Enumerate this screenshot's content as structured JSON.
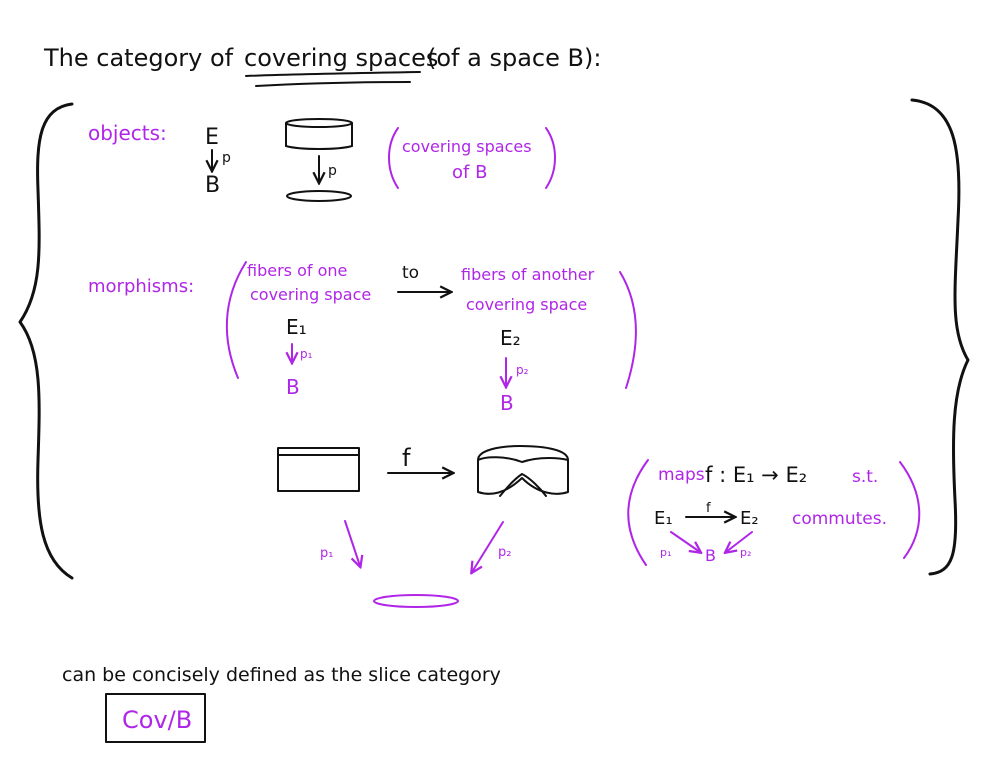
{
  "title": {
    "prefix": "The category of",
    "underlined": "covering spaces",
    "suffix": "(of a space B):"
  },
  "objects": {
    "label": "objects:",
    "E": "E",
    "p": "p",
    "B": "B",
    "note_line1": "covering spaces",
    "note_line2": "of B",
    "arrow_label": "p"
  },
  "morphisms": {
    "label": "morphisms:",
    "left_line1": "fibers of one",
    "left_line2": "covering space",
    "to": "to",
    "right_line1": "fibers of another",
    "right_line2": "covering space",
    "E1": "E₁",
    "p1": "p₁",
    "B1": "B",
    "E2": "E₂",
    "p2": "p₂",
    "B2": "B",
    "f": "f",
    "diag_p1": "p₁",
    "diag_p2": "p₂",
    "maps_prefix": "maps",
    "maps_expr": "f : E₁ → E₂",
    "maps_st": "s.t.",
    "cd_E1": "E₁",
    "cd_f": "f",
    "cd_E2": "E₂",
    "cd_commutes": "commutes.",
    "cd_p1": "p₁",
    "cd_B": "B",
    "cd_p2": "p₂"
  },
  "footer": {
    "text": "can be concisely defined as the slice category",
    "boxed": "Cov/B"
  },
  "colors": {
    "ink": "#111111",
    "accent": "#b026e8",
    "background": "#ffffff"
  }
}
